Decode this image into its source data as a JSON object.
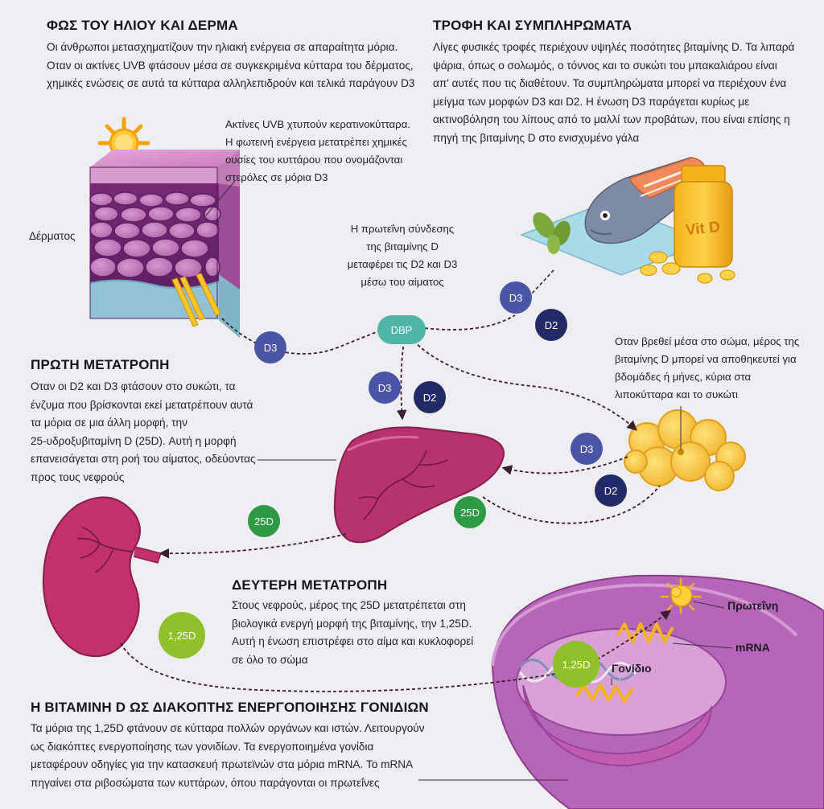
{
  "sun_skin": {
    "title": "ΦΩΣ ΤΟΥ ΗΛΙΟΥ ΚΑΙ ΔΕΡΜΑ",
    "body": [
      "Οι άνθρωποι μετασχηματίζουν την ηλιακή ενέργεια σε απαραίτητα μόρια.",
      "Οταν οι ακτίνες UVB φτάσουν μέσα σε συγκεκριμένα κύτταρα του δέρματος,",
      "χημικές ενώσεις σε αυτά τα κύτταρα αλληλεπιδρούν και τελικά παράγουν D3"
    ],
    "uvb_caption": [
      "Ακτίνες UVB χτυπούν κερατινοκύτταρα.",
      "Η φωτεινή ενέργεια μετατρέπει χημικές",
      "ουσίες του κυττάρου που ονομάζονται",
      "στερόλες σε μόρια D3"
    ],
    "skin_label": "Δέρματος"
  },
  "food": {
    "title": "ΤΡΟΦΗ ΚΑΙ ΣΥΜΠΛΗΡΩΜΑΤΑ",
    "body": [
      "Λίγες φυσικές τροφές περιέχουν υψηλές ποσότητες βιταμίνης D. Τα λιπαρά",
      "ψάρια, όπως ο σολωμός, ο τόννος και το συκώτι του μπακαλιάρου είναι",
      "απ' αυτές που τις διαθέτουν. Τα συμπληρώματα μπορεί να περιέχουν ένα",
      "μείγμα των μορφών D3 και D2. Η ένωση D3 παράγεται κυρίως με",
      "ακτινοβόληση του λίπους από το μαλλί των προβάτων, που είναι επίσης η",
      "πηγή της βιταμίνης D στο ενισχυμένο γάλα"
    ],
    "bottle_label": "Vit D"
  },
  "dbp": {
    "caption": [
      "Η πρωτεΐνη σύνδεσης",
      "της βιταμίνης D",
      "μεταφέρει τις D2 και D3",
      "μέσω του αίματος"
    ],
    "token": "DBP"
  },
  "storage": {
    "caption": [
      "Οταν βρεθεί μέσα στο σώμα, μέρος της",
      "βιταμίνης D μπορεί να αποθηκευτεί για",
      "βδομάδες ή μήνες, κύρια στα",
      "λιποκύτταρα και το συκώτι"
    ]
  },
  "first": {
    "title": "ΠΡΩΤΗ ΜΕΤΑΤΡΟΠΗ",
    "body": [
      "Οταν οι D2 και D3 φτάσουν στο συκώτι, τα",
      "ένζυμα που βρίσκονται εκεί μετατρέπουν αυτά",
      "τα μόρια σε μια άλλη μορφή, την",
      "25-υδροξυβιταμίνη D (25D). Αυτή η μορφή",
      "επανεισάγεται στη ροή του αίματος, οδεύοντας",
      "προς τους νεφρούς"
    ]
  },
  "second": {
    "title": "ΔΕΥΤΕΡΗ ΜΕΤΑΤΡΟΠΗ",
    "body": [
      "Στους νεφρούς, μέρος της 25D μετατρέπεται στη",
      "βιολογικά ενεργή μορφή της βιταμίνης, την 1,25D.",
      "Αυτή η ένωση επιστρέφει στο αίμα και κυκλοφορεί",
      "σε όλο το σώμα"
    ]
  },
  "gene": {
    "title": "Η ΒΙΤΑΜΙΝΗ D ΩΣ ΔΙΑΚΟΠΤΗΣ ΕΝΕΡΓΟΠΟΙΗΣΗΣ ΓΟΝΙΔΙΩΝ",
    "body": [
      "Τα μόρια της 1,25D φτάνουν σε κύτταρα πολλών οργάνων και ιστών. Λειτουργούν",
      "ως διακόπτες ενεργοποίησης των γονιδίων. Τα ενεργοποιημένα γονίδια",
      "μεταφέρουν οδηγίες για την κατασκευή πρωτεϊνών στα μόρια mRNA. Το mRNA",
      "πηγαίνει στα ριβοσώματα των κυττάρων, όπου παράγονται οι πρωτεΐνες"
    ],
    "protein_label": "Πρωτεΐνη",
    "mrna_label": "mRNA",
    "gene_label": "Γονίδιο"
  },
  "tokens": {
    "d3": "D3",
    "d2": "D2",
    "d25": "25D",
    "d125": "1,25D"
  },
  "colors": {
    "d3_token": "#4a55a6",
    "d2_token": "#232a66",
    "dbp_token": "#4fb5a8",
    "d25_token": "#2e9a45",
    "d125_token": "#8fc12a",
    "organ": "#c4306d",
    "fat": "#f5c33c"
  }
}
